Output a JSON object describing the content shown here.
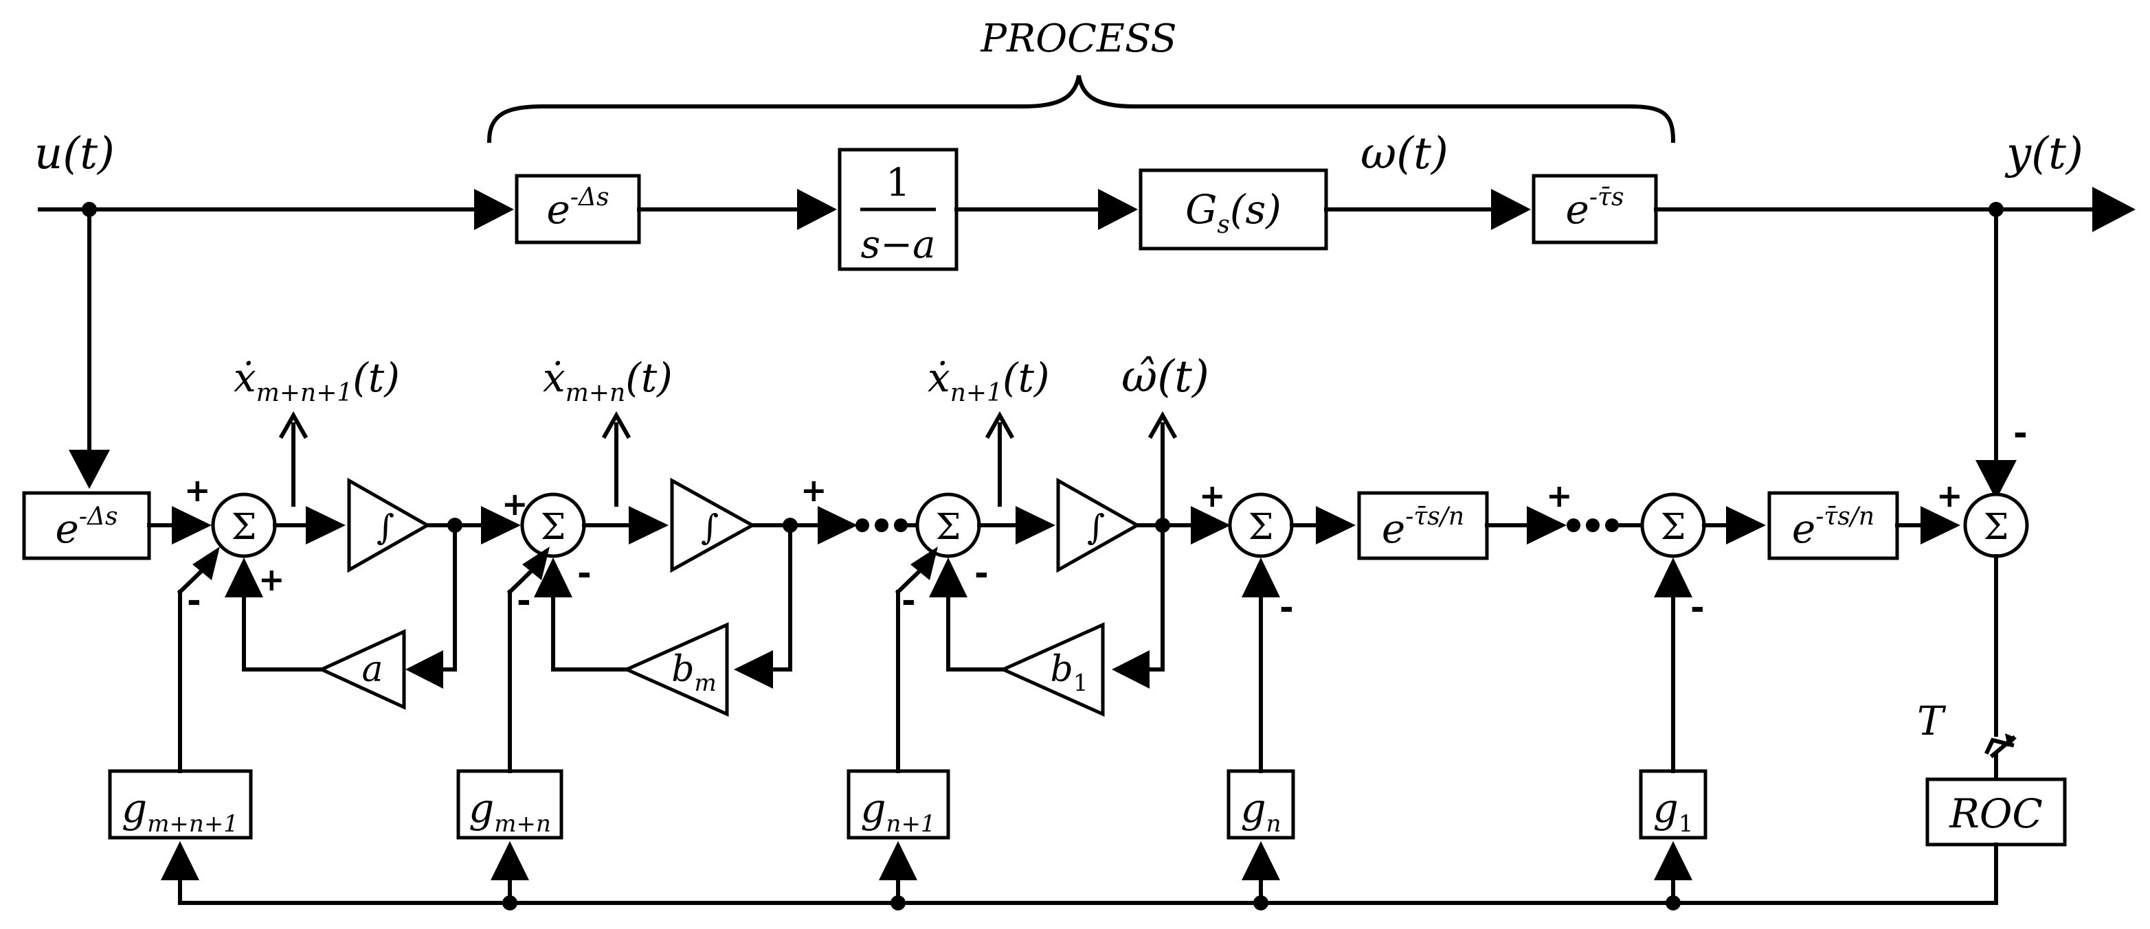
{
  "process_label": "PROCESS",
  "signals": {
    "u": "u(t)",
    "y": "y(t)",
    "omega": "ω(t)",
    "x_mn1": "ẋm+n+1(t)",
    "x_mn": "ẋm+n(t)",
    "x_n1": "ẋn+1(t)",
    "omega_hat": "ω̂(t)"
  },
  "blocks": {
    "input_delay": "e-Δs",
    "integrator_tf": "1 / (s−a)",
    "gs": "Gs(s)",
    "output_delay": "e-τ̄s",
    "model_delay": "e-Δs",
    "stage_delay_1": "e-τ̄s/n",
    "stage_delay_2": "e-τ̄s/n",
    "roc": "ROC",
    "sampling_period": "T"
  },
  "integrator_symbol": "∫",
  "sum_symbol": "Σ",
  "gains": {
    "feedback": [
      "a",
      "bm",
      "b1"
    ],
    "g": [
      "gm+n+1",
      "gm+n",
      "gn+1",
      "gn",
      "g1"
    ]
  },
  "signs": {
    "plus": "+",
    "minus": "-"
  }
}
